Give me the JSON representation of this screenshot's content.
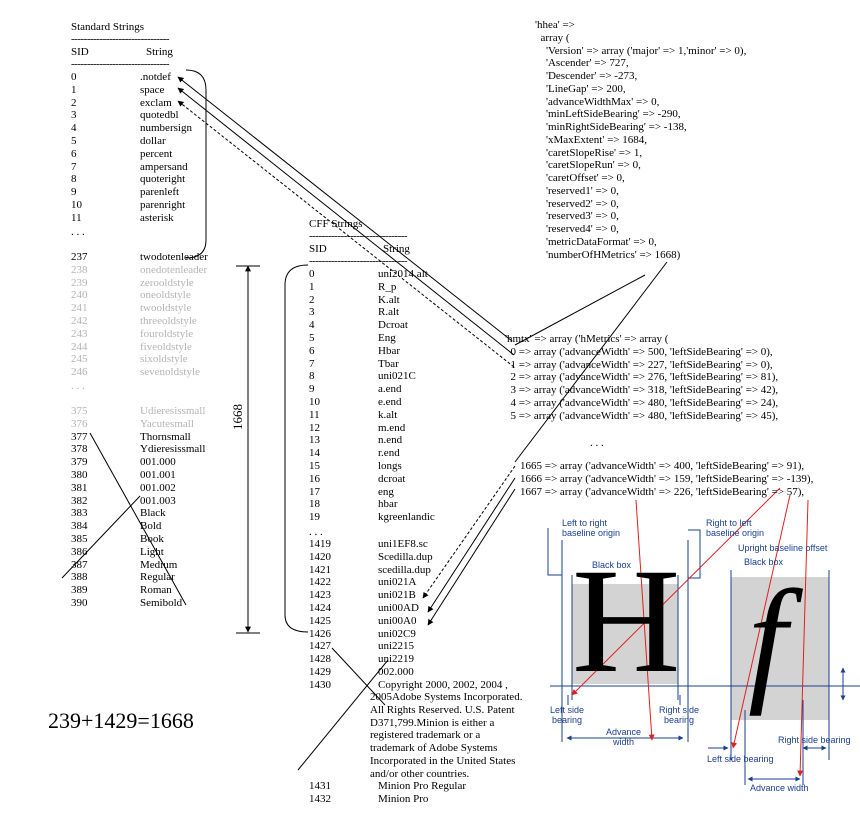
{
  "standard": {
    "title": "Standard Strings",
    "dash_top": "-------------------------------",
    "col_sid": "SID",
    "col_string": "String",
    "dash_bottom": "-------------------------------",
    "rows": [
      {
        "sid": "0",
        "name": ".notdef"
      },
      {
        "sid": "1",
        "name": "space"
      },
      {
        "sid": "2",
        "name": "exclam"
      },
      {
        "sid": "3",
        "name": "quotedbl"
      },
      {
        "sid": "4",
        "name": "numbersign"
      },
      {
        "sid": "5",
        "name": "dollar"
      },
      {
        "sid": "6",
        "name": "percent"
      },
      {
        "sid": "7",
        "name": "ampersand"
      },
      {
        "sid": "8",
        "name": "quoteright"
      },
      {
        "sid": "9",
        "name": "parenleft"
      },
      {
        "sid": "10",
        "name": "parenright"
      },
      {
        "sid": "11",
        "name": "asterisk"
      }
    ],
    "ellipsis": ". . .",
    "rows2": [
      {
        "sid": "237",
        "name": "twodotenleader",
        "gray": false
      },
      {
        "sid": "238",
        "name": "onedotenleader",
        "gray": true
      },
      {
        "sid": "239",
        "name": "zerooldstyle",
        "gray": true
      },
      {
        "sid": "240",
        "name": "oneoldstyle",
        "gray": true
      },
      {
        "sid": "241",
        "name": "twooldstyle",
        "gray": true
      },
      {
        "sid": "242",
        "name": "threeoldstyle",
        "gray": true
      },
      {
        "sid": "243",
        "name": "fouroldstyle",
        "gray": true
      },
      {
        "sid": "244",
        "name": "fiveoldstyle",
        "gray": true
      },
      {
        "sid": "245",
        "name": "sixoldstyle",
        "gray": true
      },
      {
        "sid": "246",
        "name": "sevenoldstyle",
        "gray": true
      }
    ],
    "ellipsis2": ". . .",
    "rows3": [
      {
        "sid": "375",
        "name": "Udieresissmall",
        "gray": true
      },
      {
        "sid": "376",
        "name": "Yacutesmall",
        "gray": true
      },
      {
        "sid": "377",
        "name": "Thornsmall",
        "gray": false
      },
      {
        "sid": "378",
        "name": "Ydieresissmall",
        "gray": false
      },
      {
        "sid": "379",
        "name": "001.000",
        "gray": false
      },
      {
        "sid": "380",
        "name": "001.001",
        "gray": false
      },
      {
        "sid": "381",
        "name": "001.002",
        "gray": false
      },
      {
        "sid": "382",
        "name": "001.003",
        "gray": false
      },
      {
        "sid": "383",
        "name": "Black",
        "gray": false
      },
      {
        "sid": "384",
        "name": "Bold",
        "gray": false
      },
      {
        "sid": "385",
        "name": "Book",
        "gray": false
      },
      {
        "sid": "386",
        "name": "Light",
        "gray": false
      },
      {
        "sid": "387",
        "name": "Medium",
        "gray": false
      },
      {
        "sid": "388",
        "name": "Regular",
        "gray": false
      },
      {
        "sid": "389",
        "name": "Roman",
        "gray": false
      },
      {
        "sid": "390",
        "name": "Semibold",
        "gray": false
      }
    ]
  },
  "cff": {
    "title": "CFF Strings",
    "dash_top": "-------------------------------",
    "col_sid": "SID",
    "col_string": "String",
    "dash_bottom": "-------------------------------",
    "rows": [
      {
        "sid": "0",
        "name": "uni2014.alt"
      },
      {
        "sid": "1",
        "name": "R_p"
      },
      {
        "sid": "2",
        "name": "K.alt"
      },
      {
        "sid": "3",
        "name": "R.alt"
      },
      {
        "sid": "4",
        "name": "Dcroat"
      },
      {
        "sid": "5",
        "name": "Eng"
      },
      {
        "sid": "6",
        "name": "Hbar"
      },
      {
        "sid": "7",
        "name": "Tbar"
      },
      {
        "sid": "8",
        "name": "uni021C"
      },
      {
        "sid": "9",
        "name": "a.end"
      },
      {
        "sid": "10",
        "name": "e.end"
      },
      {
        "sid": "11",
        "name": "k.alt"
      },
      {
        "sid": "12",
        "name": "m.end"
      },
      {
        "sid": "13",
        "name": "n.end"
      },
      {
        "sid": "14",
        "name": "r.end"
      },
      {
        "sid": "15",
        "name": "longs"
      },
      {
        "sid": "16",
        "name": "dcroat"
      },
      {
        "sid": "17",
        "name": "eng"
      },
      {
        "sid": "18",
        "name": "hbar"
      },
      {
        "sid": "19",
        "name": "kgreenlandic"
      }
    ],
    "ellipsis": ". . .",
    "rows2": [
      {
        "sid": "1419",
        "name": "uni1EF8.sc"
      },
      {
        "sid": "1420",
        "name": "Scedilla.dup"
      },
      {
        "sid": "1421",
        "name": "scedilla.dup"
      },
      {
        "sid": "1422",
        "name": "uni021A"
      },
      {
        "sid": "1423",
        "name": "uni021B"
      },
      {
        "sid": "1424",
        "name": "uni00AD"
      },
      {
        "sid": "1425",
        "name": "uni00A0"
      },
      {
        "sid": "1426",
        "name": "uni02C9"
      },
      {
        "sid": "1427",
        "name": "uni2215"
      },
      {
        "sid": "1428",
        "name": "uni2219"
      },
      {
        "sid": "1429",
        "name": "002.000"
      },
      {
        "sid": "1430",
        "name": "Copyright 2000, 2002, 2004 ,"
      }
    ],
    "copyright_cont": [
      "2005Adobe Systems Incorporated.",
      "All Rights Reserved. U.S. Patent",
      "D371,799.Minion is either a",
      "registered trademark or a",
      "trademark of Adobe Systems",
      "Incorporated in the United States",
      "and/or other countries."
    ],
    "rows3": [
      {
        "sid": "1431",
        "name": "Minion Pro Regular"
      },
      {
        "sid": "1432",
        "name": "Minion Pro"
      }
    ]
  },
  "span_label": "1668",
  "equation": "239+1429=1668",
  "hhea": [
    "'hhea' =>",
    "  array (",
    "    'Version' => array ('major' => 1,'minor' => 0),",
    "    'Ascender' => 727,",
    "    'Descender' => -273,",
    "    'LineGap' => 200,",
    "    'advanceWidthMax' => 0,",
    "    'minLeftSideBearing' => -290,",
    "    'minRightSideBearing' => -138,",
    "    'xMaxExtent' => 1684,",
    "    'caretSlopeRise' => 1,",
    "    'caretSlopeRun' => 0,",
    "    'caretOffset' => 0,",
    "    'reserved1' => 0,",
    "    'reserved2' => 0,",
    "    'reserved3' => 0,",
    "    'reserved4' => 0,",
    "    'metricDataFormat' => 0,",
    "    'numberOfHMetrics' => 1668)"
  ],
  "hmtx": [
    "'hmtx' => array ('hMetrics' => array (",
    "  0 => array ('advanceWidth' => 500, 'leftSideBearing' => 0),",
    "  1 => array ('advanceWidth' => 227, 'leftSideBearing' => 0),",
    "  2 => array ('advanceWidth' => 276, 'leftSideBearing' => 81),",
    "  3 => array ('advanceWidth' => 318, 'leftSideBearing' => 42),",
    "  4 => array ('advanceWidth' => 480, 'leftSideBearing' => 24),",
    "  5 => array ('advanceWidth' => 480, 'leftSideBearing' => 45),"
  ],
  "hmtx_ellipsis": ". . .",
  "hmtx_tail": [
    "1665 => array ('advanceWidth' => 400, 'leftSideBearing' => 91),",
    "1666 => array ('advanceWidth' => 159, 'leftSideBearing' => -139),",
    "1667 => array ('advanceWidth' => 226, 'leftSideBearing' => 57),"
  ],
  "glyph_diagram": {
    "glyph_h": "H",
    "glyph_f": "f",
    "left_to_right": [
      "Left to right",
      "baseline origin"
    ],
    "right_to_left": [
      "Right to left",
      "baseline origin"
    ],
    "upright_offset": "Upright baseline offset",
    "black_box_1": "Black box",
    "black_box_2": "Black box",
    "lsb_1": [
      "Left side",
      "bearing"
    ],
    "rsb_1": [
      "Right side",
      "bearing"
    ],
    "advance_1": [
      "Advance",
      "width"
    ],
    "rsb_2": "Right side bearing",
    "lsb_2": "Left side bearing",
    "advance_2": "Advance width",
    "box_color": "#d3d3d3",
    "label_color": "#1a3f8f",
    "arrow_red": "#e02020"
  }
}
